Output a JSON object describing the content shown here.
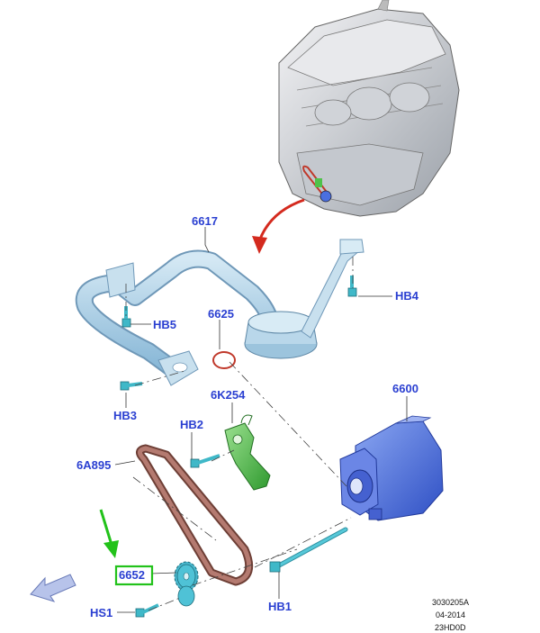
{
  "labels": {
    "oil_pickup_tube": "6617",
    "gasket": "6625",
    "oil_pump": "6600",
    "tensioner": "6K254",
    "chain": "6A895",
    "sprocket": "6652",
    "bolt_hb1": "HB1",
    "bolt_hb2": "HB2",
    "bolt_hb3": "HB3",
    "bolt_hb4": "HB4",
    "bolt_hb5": "HB5",
    "bolt_hs1": "HS1"
  },
  "reference": {
    "code": "3030205A",
    "date": "04-2014",
    "model": "23HD0D"
  },
  "colors": {
    "label_text": "#2a3fd1",
    "highlight": "#22c21a",
    "callout_arrow": "#d42a1e",
    "pump_body": "#4a6fe0",
    "pickup_tube": "#a8cde3",
    "tensioner": "#4fc24a",
    "chain": "#a06a60",
    "fastener": "#3fb8c8"
  },
  "icons": {
    "direction_arrow": "front-direction-arrow-icon",
    "pointer_arrow": "green-pointer-arrow-icon"
  }
}
